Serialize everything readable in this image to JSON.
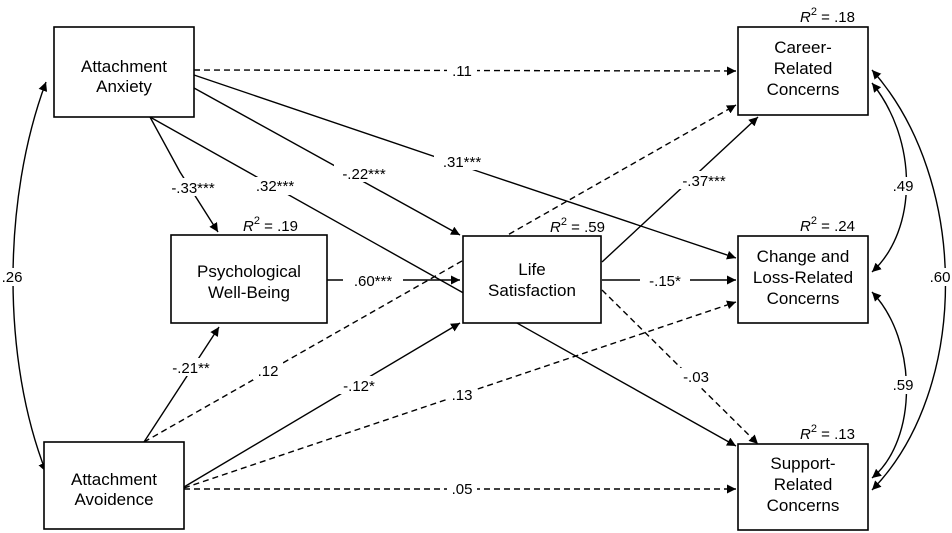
{
  "nodes": {
    "anxiety": {
      "line1": "Attachment",
      "line2": "Anxiety"
    },
    "avoidance": {
      "line1": "Attachment",
      "line2": "Avoidence"
    },
    "pwb": {
      "line1": "Psychological",
      "line2": "Well-Being",
      "r2_label": "R",
      "r2_exp": "2",
      "r2_value": " = .19"
    },
    "life": {
      "line1": "Life",
      "line2": "Satisfaction",
      "r2_label": "R",
      "r2_exp": "2",
      "r2_value": " = .59"
    },
    "career": {
      "line1": "Career-",
      "line2": "Related",
      "line3": "Concerns",
      "r2_label": "R",
      "r2_exp": "2",
      "r2_value": " = .18"
    },
    "change": {
      "line1": "Change and",
      "line2": "Loss-Related",
      "line3": "Concerns",
      "r2_label": "R",
      "r2_exp": "2",
      "r2_value": " = .24"
    },
    "support": {
      "line1": "Support-",
      "line2": "Related",
      "line3": "Concerns",
      "r2_label": "R",
      "r2_exp": "2",
      "r2_value": " = .13"
    }
  },
  "paths": {
    "anx_career": ".11",
    "anx_change": ".31***",
    "anx_life": "-.22***",
    "anx_pwb": "-.33***",
    "anx_support": ".32***",
    "pwb_life": ".60***",
    "life_career": "-.37***",
    "life_change": "-.15*",
    "life_support": "-.03",
    "avo_pwb": "-.21**",
    "avo_career": ".12",
    "avo_life": "-.12*",
    "avo_change": ".13",
    "avo_support": ".05"
  },
  "correlations": {
    "anx_avo": ".26",
    "career_change": ".49",
    "change_support": ".59",
    "career_support": ".60"
  }
}
